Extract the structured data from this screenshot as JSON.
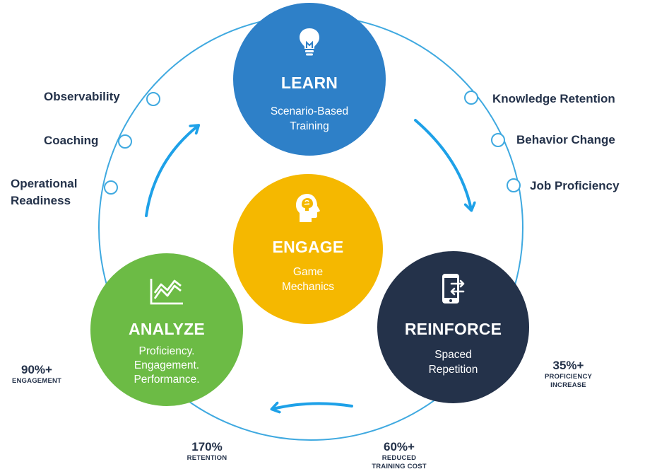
{
  "cycle": {
    "learn": {
      "title": "LEARN",
      "subtitle_line1": "Scenario-Based",
      "subtitle_line2": "Training",
      "icon": "lightbulb-icon",
      "color": "#2e80c8"
    },
    "engage": {
      "title": "ENGAGE",
      "subtitle_line1": "Game",
      "subtitle_line2": "Mechanics",
      "icon": "brain-head-icon",
      "color": "#f5b800"
    },
    "reinforce": {
      "title": "REINFORCE",
      "subtitle_line1": "Spaced",
      "subtitle_line2": "Repetition",
      "icon": "mobile-phone-icon",
      "color": "#24324a"
    },
    "analyze": {
      "title": "ANALYZE",
      "subtitle_line1": "Proficiency.",
      "subtitle_line2": "Engagement.",
      "subtitle_line3": "Performance.",
      "icon": "line-chart-icon",
      "color": "#6cbb45"
    }
  },
  "left_labels": {
    "observability": "Observability",
    "coaching": "Coaching",
    "operational_line1": "Operational",
    "operational_line2": "Readiness"
  },
  "right_labels": {
    "knowledge": "Knowledge Retention",
    "behavior": "Behavior Change",
    "job": "Job Proficiency"
  },
  "stats": {
    "engagement": {
      "value": "90%+",
      "caption": "ENGAGEMENT"
    },
    "retention": {
      "value": "170%",
      "caption": "RETENTION"
    },
    "training_cost": {
      "value": "60%+",
      "caption_line1": "REDUCED",
      "caption_line2": "TRAINING COST"
    },
    "proficiency": {
      "value": "35%+",
      "caption_line1": "PROFICIENCY",
      "caption_line2": "INCREASE"
    }
  },
  "colors": {
    "ring": "#3fa9e0",
    "arrow": "#1ea1e8",
    "text_dark": "#24324a"
  }
}
